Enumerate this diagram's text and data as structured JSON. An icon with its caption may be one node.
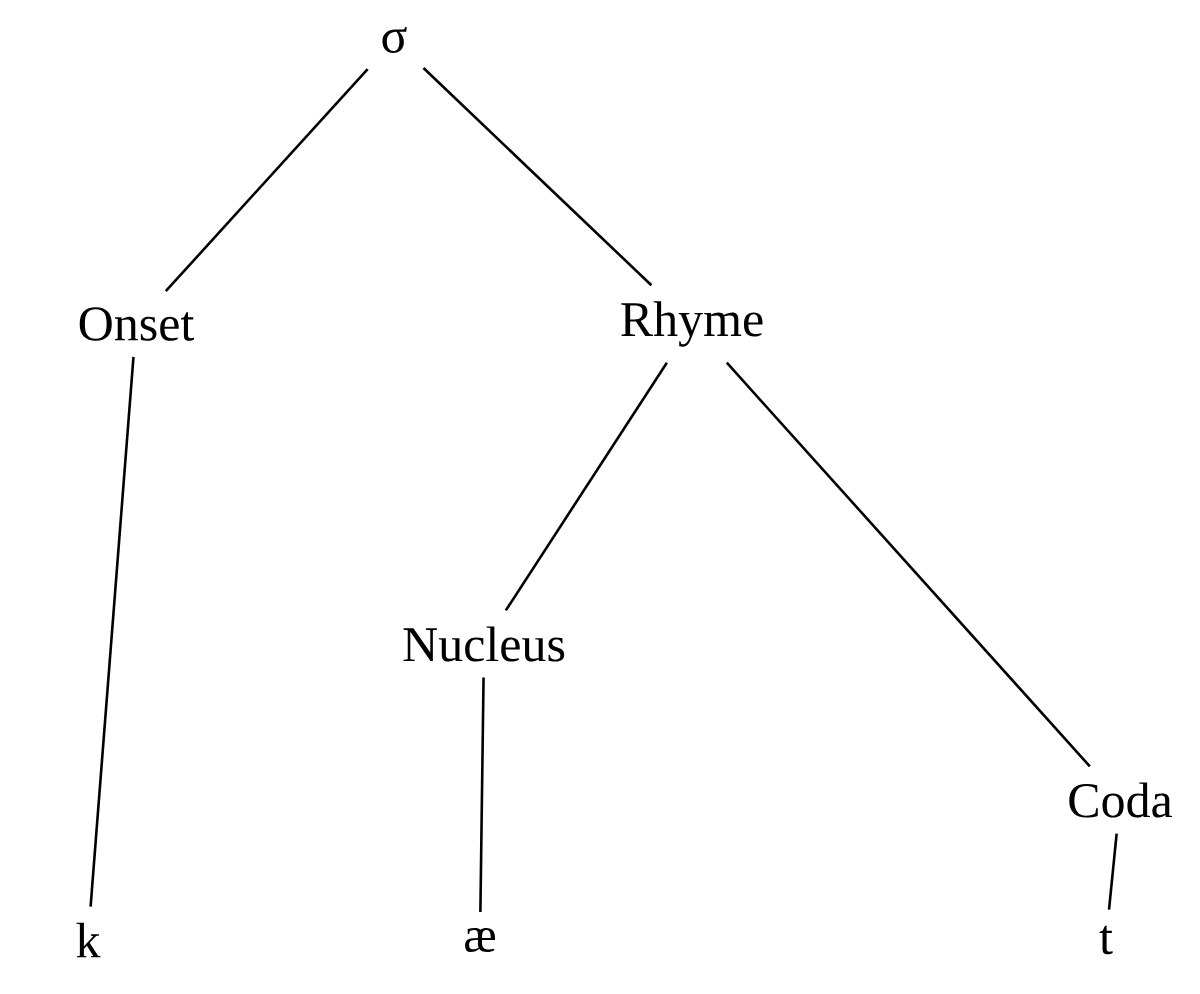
{
  "diagram": {
    "nodes": [
      {
        "text": [
          "σ"
        ]
      },
      {
        "text": [
          "Onset"
        ]
      },
      {
        "text": [
          "Rhyme"
        ]
      },
      {
        "text": [
          "Nucleus"
        ]
      },
      {
        "text": [
          "Coda"
        ]
      },
      {
        "text": [
          "k"
        ]
      },
      {
        "text": [
          "æ"
        ]
      },
      {
        "text": [
          "t"
        ]
      }
    ],
    "edges": [
      {
        "from": 0,
        "to": 1,
        "arrow": "none"
      },
      {
        "from": 0,
        "to": 2,
        "arrow": "none"
      },
      {
        "from": 1,
        "to": 5,
        "arrow": "none"
      },
      {
        "from": 2,
        "to": 3,
        "arrow": "none"
      },
      {
        "from": 2,
        "to": 4,
        "arrow": "none"
      },
      {
        "from": 3,
        "to": 6,
        "arrow": "none"
      },
      {
        "from": 4,
        "to": 7,
        "arrow": "none"
      }
    ]
  }
}
